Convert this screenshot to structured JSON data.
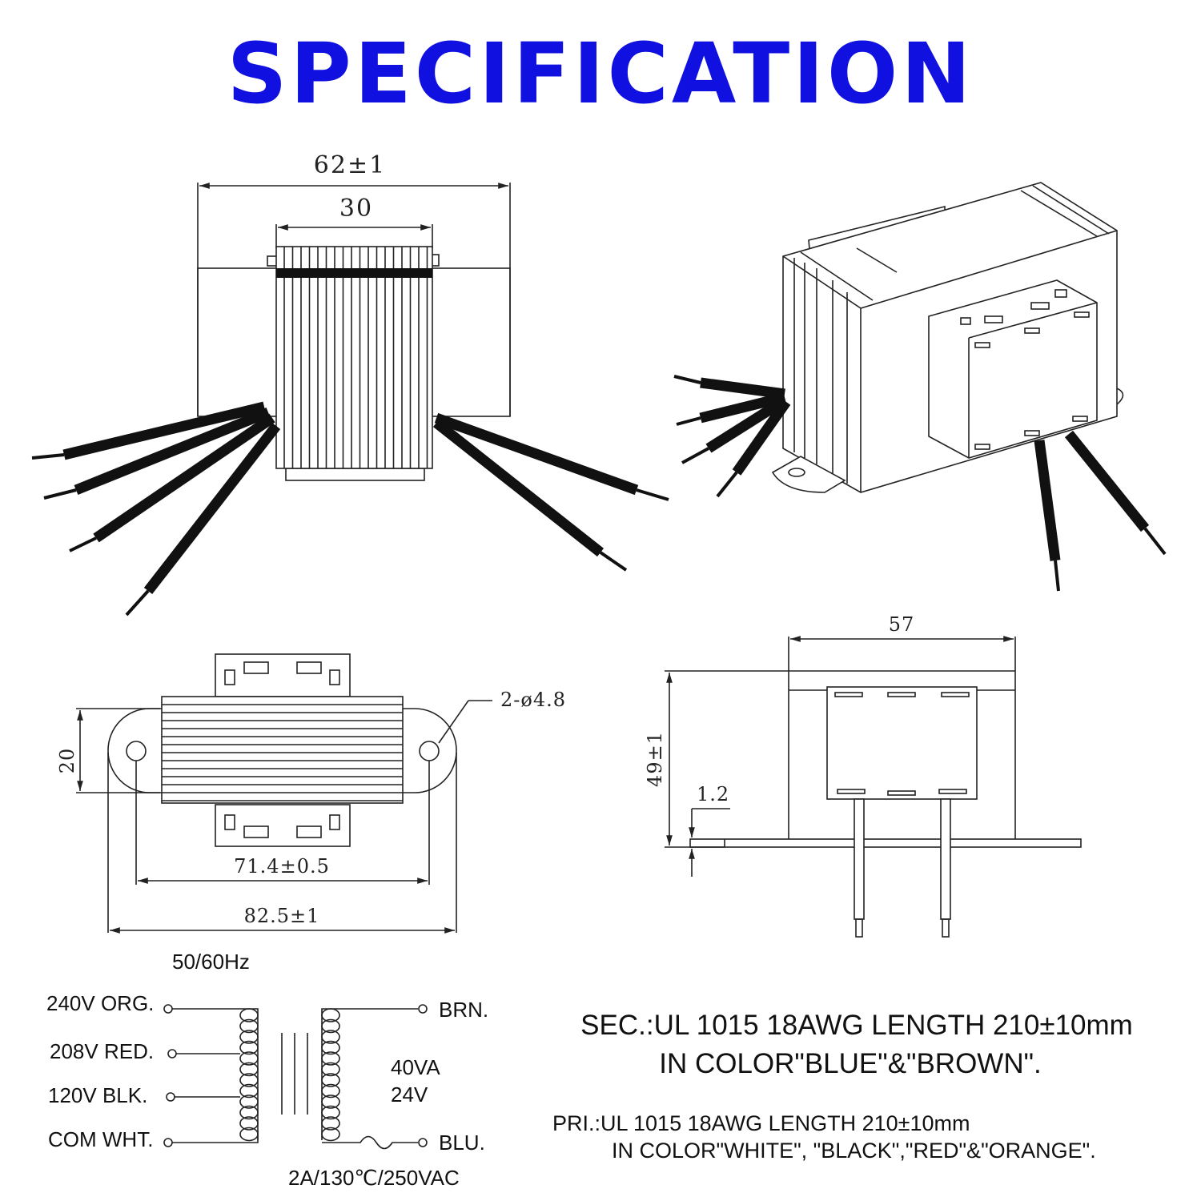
{
  "title": "SPECIFICATION",
  "front_view": {
    "overall_width": "62±1",
    "core_width": "30"
  },
  "top_view": {
    "holes": "2-ø4.8",
    "height": "20",
    "hole_spacing": "71.4±0.5",
    "overall_length": "82.5±1"
  },
  "side_view": {
    "width": "57",
    "height": "49±1",
    "base_thickness": "1.2"
  },
  "schematic": {
    "frequency": "50/60Hz",
    "primary_taps": [
      "240V ORG.",
      "208V RED.",
      "120V BLK.",
      "COM WHT."
    ],
    "secondary_top": "BRN.",
    "secondary_bottom": "BLU.",
    "rating_va": "40VA",
    "rating_v": "24V",
    "fuse": "2A/130℃/250VAC"
  },
  "notes": {
    "sec_line1": "SEC.:UL 1015 18AWG LENGTH 210±10mm",
    "sec_line2": "IN COLOR\"BLUE\"&\"BROWN\".",
    "pri_line1": "PRI.:UL 1015 18AWG LENGTH 210±10mm",
    "pri_line2": "IN COLOR\"WHITE\", \"BLACK\",\"RED\"&\"ORANGE\"."
  }
}
